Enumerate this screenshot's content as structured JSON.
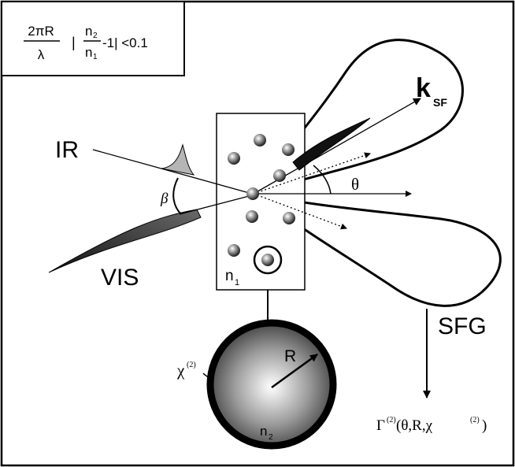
{
  "condition": {
    "numerator": "2πR",
    "denominator": "λ",
    "bar_open": "|",
    "ratio_numerator": "n",
    "ratio_numerator_sub": "2",
    "ratio_denominator": "n",
    "ratio_denominator_sub": "1",
    "tail": "-1| <0.1"
  },
  "labels": {
    "ir": "IR",
    "vis": "VIS",
    "beta": "β",
    "theta": "θ",
    "k": "k",
    "k_sub": "SF",
    "n1": "n",
    "n1_sub": "1",
    "sfg": "SFG",
    "chi": "χ",
    "chi_sup": "(2)",
    "radius": "R",
    "n2": "n",
    "n2_sub": "2",
    "gamma": "Γ",
    "gamma_sup": "(2)",
    "gamma_args_open": "(θ,R,χ",
    "gamma_args_sup": "(2)",
    "gamma_args_close": ")"
  }
}
